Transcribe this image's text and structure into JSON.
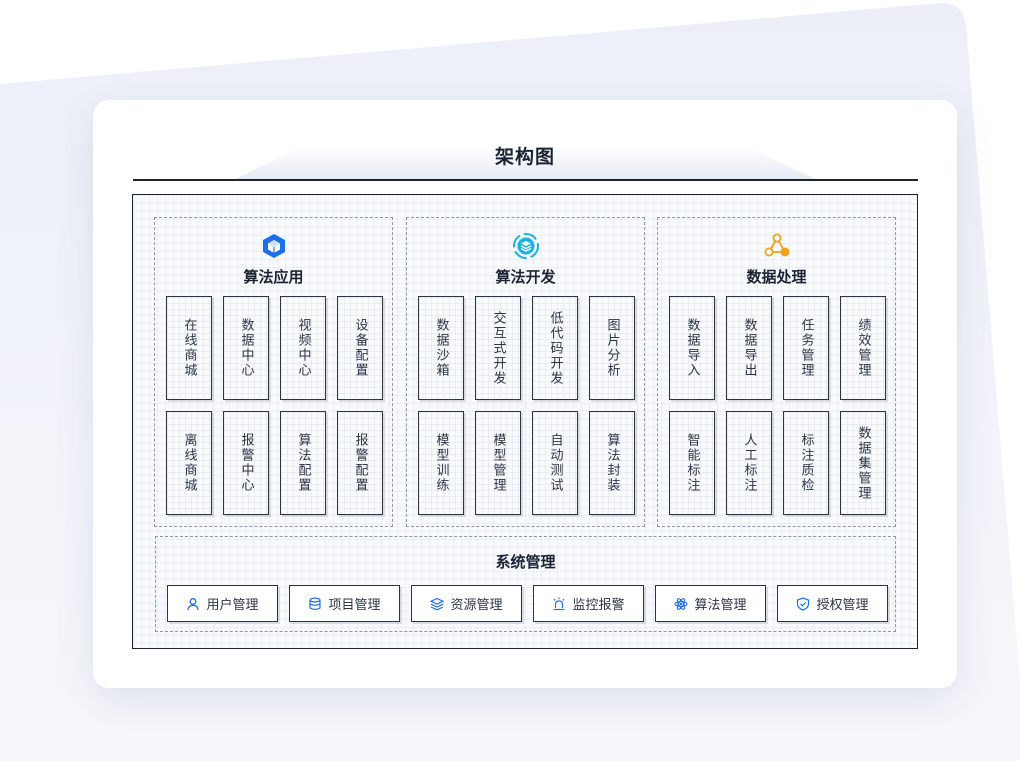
{
  "title": "架构图",
  "colors": {
    "blue": "#1f6fe8",
    "cyan": "#19b4e6",
    "orange": "#f0a21a",
    "line": "#1c2433"
  },
  "groups": [
    {
      "title": "算法应用",
      "icon": "cube-icon",
      "items": [
        "在线商城",
        "数据中心",
        "视频中心",
        "设备配置",
        "离线商城",
        "报警中心",
        "算法配置",
        "报警配置"
      ]
    },
    {
      "title": "算法开发",
      "icon": "layers-icon",
      "items": [
        "数据沙箱",
        "交互式开发",
        "低代码开发",
        "图片分析",
        "模型训练",
        "模型管理",
        "自动测试",
        "算法封装"
      ]
    },
    {
      "title": "数据处理",
      "icon": "nodes-icon",
      "items": [
        "数据导入",
        "数据导出",
        "任务管理",
        "绩效管理",
        "智能标注",
        "人工标注",
        "标注质检",
        "数据集管理"
      ]
    }
  ],
  "system": {
    "title": "系统管理",
    "buttons": [
      {
        "label": "用户管理",
        "icon": "user-icon"
      },
      {
        "label": "项目管理",
        "icon": "database-icon"
      },
      {
        "label": "资源管理",
        "icon": "stack-icon"
      },
      {
        "label": "监控报警",
        "icon": "alarm-icon"
      },
      {
        "label": "算法管理",
        "icon": "atom-icon"
      },
      {
        "label": "授权管理",
        "icon": "shield-icon"
      }
    ]
  }
}
